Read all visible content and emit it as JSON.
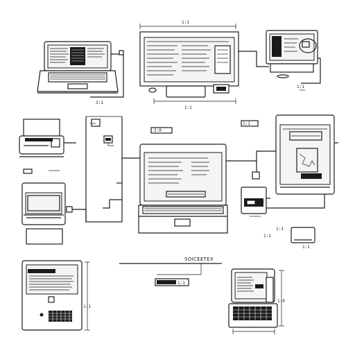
{
  "diagram": {
    "title": "SOICEETEX",
    "labels": [
      "3:1",
      "1:1",
      "1:1",
      "1:1",
      "2:0",
      "1:1",
      "1:1",
      "1:1",
      "1:1",
      "1:1",
      "1:1",
      "1:0"
    ]
  }
}
